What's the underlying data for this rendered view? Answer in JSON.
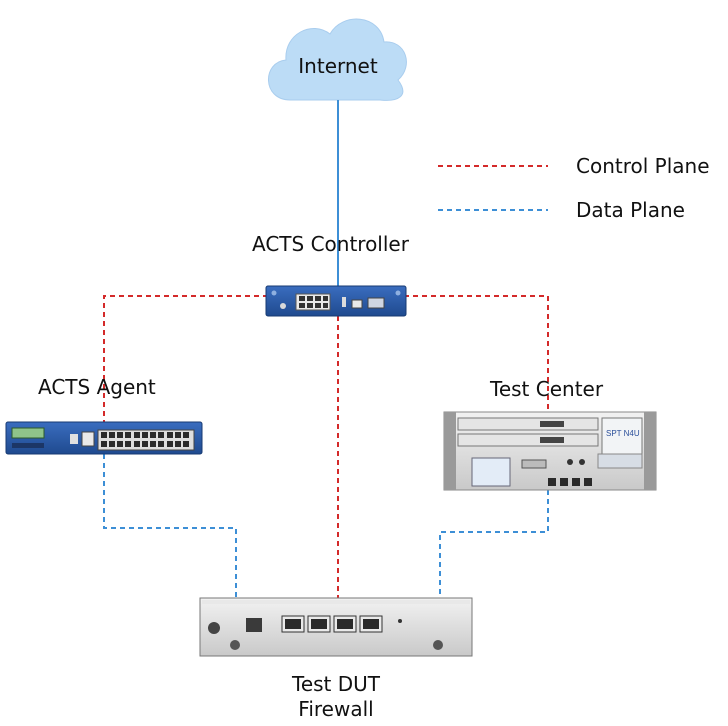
{
  "nodes": {
    "internet": "Internet",
    "controller": "ACTS Controller",
    "agent": "ACTS Agent",
    "test_center": "Test Center",
    "dut_line1": "Test DUT",
    "dut_line2": "Firewall"
  },
  "legend": {
    "control_plane": "Control Plane",
    "data_plane": "Data Plane"
  },
  "device_text": {
    "test_center_brand": "SPT N4U"
  },
  "colors": {
    "control_plane": "#d42a2a",
    "data_plane": "#3d8fd6",
    "cloud_fill": "#bcdcf6",
    "device_blue": "#2b5aa8"
  }
}
